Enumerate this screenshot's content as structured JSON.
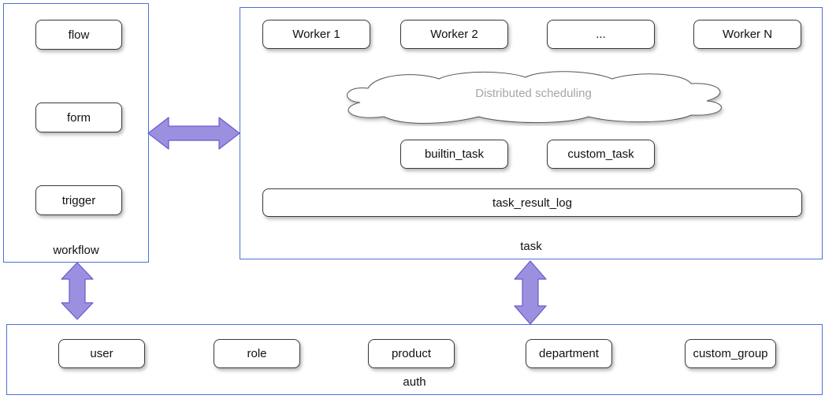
{
  "workflow": {
    "label": "workflow",
    "items": [
      "flow",
      "form",
      "trigger"
    ]
  },
  "task": {
    "label": "task",
    "workers": [
      "Worker 1",
      "Worker 2",
      "...",
      "Worker N"
    ],
    "cloud_label": "Distributed scheduling",
    "task_types": [
      "builtin_task",
      "custom_task"
    ],
    "result_log": "task_result_log"
  },
  "auth": {
    "label": "auth",
    "items": [
      "user",
      "role",
      "product",
      "department",
      "custom_group"
    ]
  },
  "colors": {
    "group_border": "#4a72d6",
    "arrow_fill": "#9b8fe0",
    "arrow_stroke": "#6a5acd"
  },
  "icons": [
    "double-arrow-horizontal",
    "double-arrow-vertical",
    "cloud-shape"
  ]
}
